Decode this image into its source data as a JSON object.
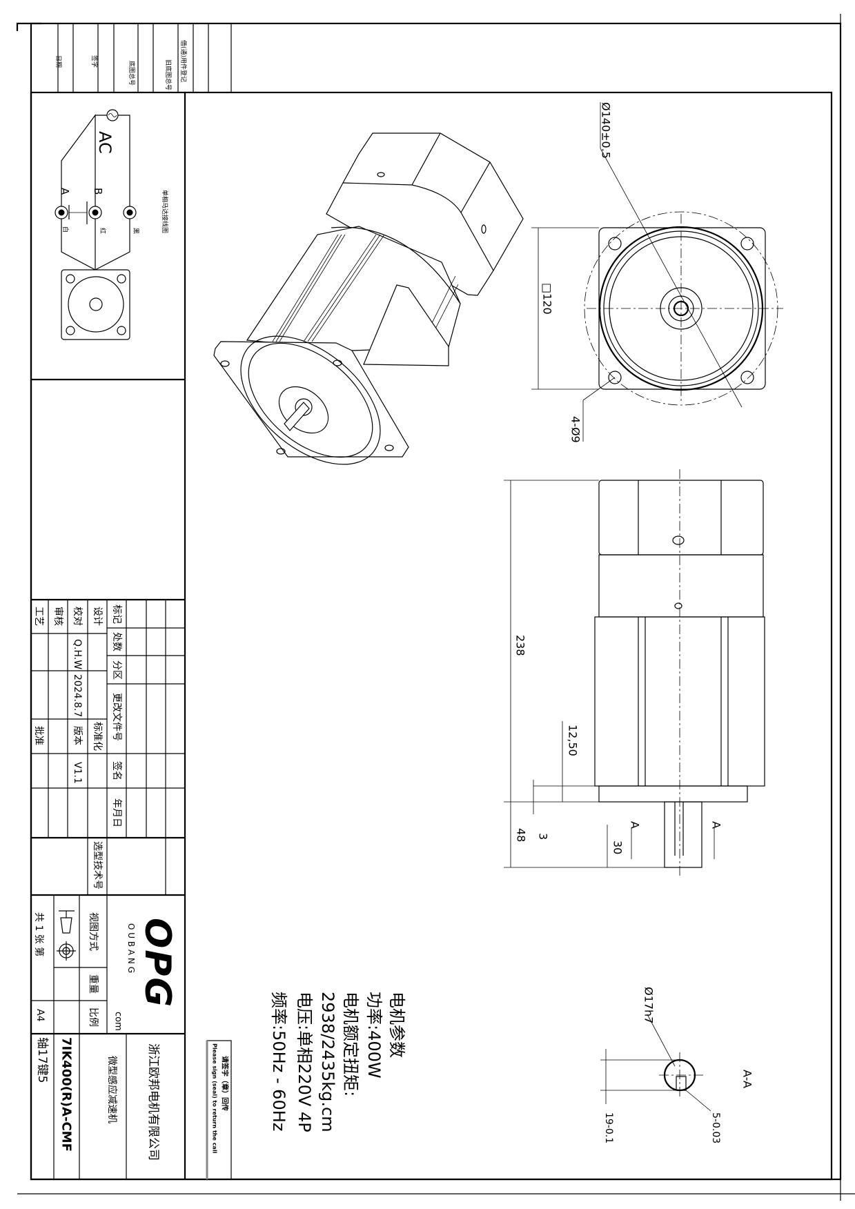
{
  "margin_strip": {
    "labels": [
      "日期",
      "签字",
      "底图总号",
      "旧底图总号",
      "借(通)用件登记"
    ]
  },
  "wiring": {
    "title": "单相马达接线图",
    "ac_label": "AC",
    "terminal_a": "A",
    "terminal_b": "B",
    "wire_white": "白",
    "wire_red": "红",
    "wire_black": "黑"
  },
  "title_block": {
    "mark": "标记",
    "count": "处数",
    "zone": "分区",
    "change_doc": "更改文件号",
    "signature": "签名",
    "date_label": "年月日",
    "design": "设计",
    "check": "校对",
    "review": "审核",
    "process": "工艺",
    "standardize": "标准化",
    "version_label": "版本",
    "approve": "批准",
    "checker_name": "Q.H.W",
    "date": "2024.8.7",
    "version": "V1.1",
    "selection_no": "选型技术号",
    "view_method": "视图方式",
    "weight": "重量",
    "scale": "比例",
    "sheets": "共 1 张 第",
    "paper_size": "A4",
    "logo": "OPG",
    "logo_sub": "O U B A N G",
    "logo_com": "com",
    "company": "浙江欧邦电机有限公司",
    "product": "微型感应减速机",
    "model": "7IK400(R)A-CMF",
    "shaft": "轴17键5"
  },
  "sign_box": {
    "cn": "请签字（章）回传",
    "en": "Please sign (seal) to return the call"
  },
  "params": {
    "heading": "电机参数",
    "power": "功率:400W",
    "torque_label": "电机额定扭矩:",
    "torque_value": "2938/2435kg.cm",
    "voltage": "电压:单相220V 4P",
    "frequency": "频率:50Hz - 60Hz"
  },
  "dimensions": {
    "pcd": "Ø140±0.5",
    "square": "□120",
    "holes": "4-Ø9",
    "length": "238",
    "d1250": "12,50",
    "shaft_len": "48",
    "d3": "3",
    "d30": "30",
    "section_mark": "A",
    "section_title": "A-A",
    "shaft_dia": "Ø17h7",
    "key_width": "5-0.03",
    "key_depth": "19-0.1"
  }
}
